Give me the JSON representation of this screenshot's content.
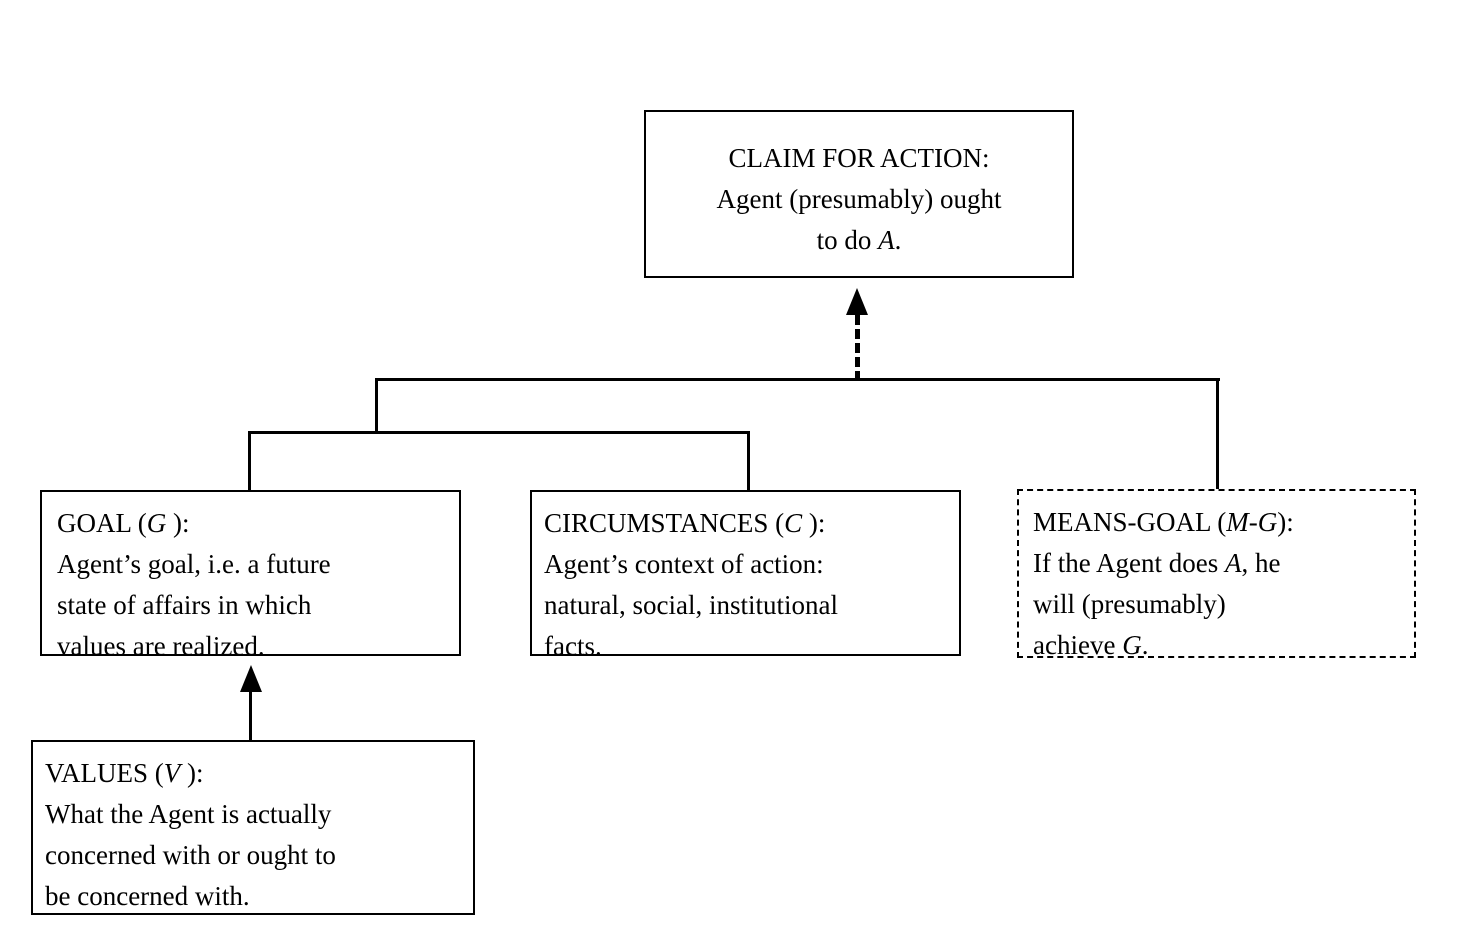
{
  "diagram": {
    "title": "Practical argument scheme diagram",
    "colors": {
      "background": "#ffffff",
      "stroke": "#000000",
      "text": "#000000"
    },
    "nodes": {
      "claim": {
        "label": "CLAIM FOR ACTION",
        "text": "CLAIM FOR ACTION:\nAgent (presumably) ought\nto do A.",
        "border": "solid",
        "align": "center"
      },
      "goal": {
        "label": "GOAL (G )",
        "text": "GOAL (G ):\nAgent’s goal, i.e. a future\nstate of affairs in which\nvalues are realized.",
        "border": "solid",
        "align": "left"
      },
      "circumstances": {
        "label": "CIRCUMSTANCES (C )",
        "text": "CIRCUMSTANCES (C ):\nAgent’s context of action:\nnatural, social, institutional\nfacts.",
        "border": "solid",
        "align": "left"
      },
      "means_goal": {
        "label": "MEANS-GOAL (M-G)",
        "text": "MEANS-GOAL (M-G):\nIf the Agent does A, he\nwill (presumably)\nachieve G.",
        "border": "dashed",
        "align": "left"
      },
      "values": {
        "label": "VALUES (V )",
        "text": "VALUES (V ):\nWhat the Agent is actually\nconcerned with or ought to\nbe concerned with.",
        "border": "solid",
        "align": "left"
      }
    },
    "connectors": {
      "support_to_claim": {
        "style": "dashed",
        "arrow": "up",
        "from": "premise-bracket",
        "to": "claim"
      },
      "premise_bracket": {
        "style": "solid",
        "branches": [
          "goal",
          "circumstances",
          "means_goal"
        ]
      },
      "values_to_goal": {
        "style": "solid",
        "arrow": "up",
        "from": "values",
        "to": "goal"
      }
    }
  }
}
